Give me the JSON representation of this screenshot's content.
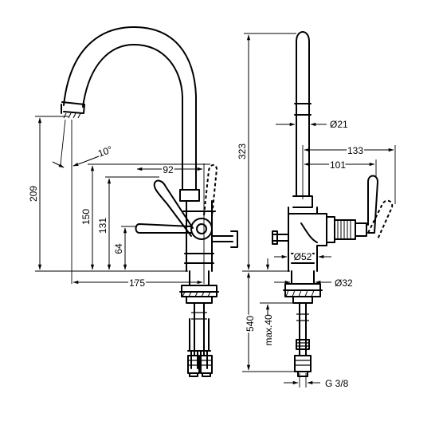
{
  "labels": {
    "d209": "209",
    "d150": "150",
    "d131": "131",
    "d64": "64",
    "d92": "92",
    "d175": "175",
    "angle10": "10°",
    "d323": "323",
    "d540": "540",
    "max40": "max.40",
    "dia21": "Ø21",
    "d133": "133",
    "d101": "101",
    "dia52": "Ø52",
    "dia32": "Ø32",
    "g38": "G 3/8"
  }
}
